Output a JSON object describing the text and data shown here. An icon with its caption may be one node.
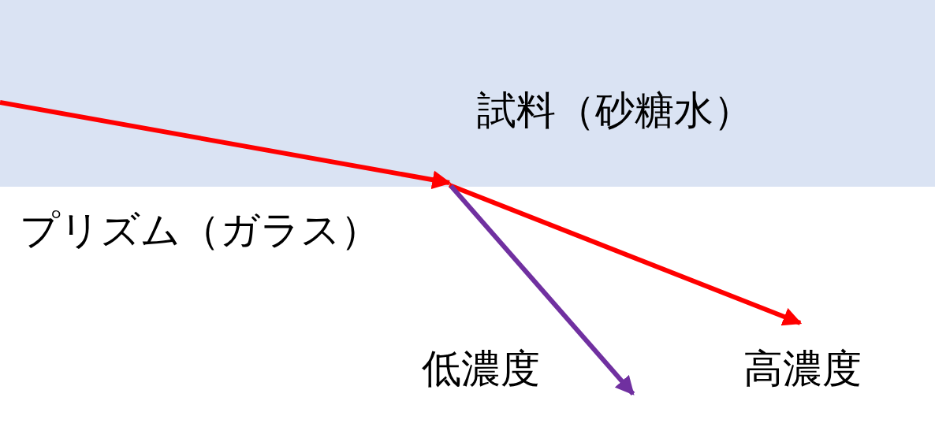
{
  "diagram": {
    "nodes": [
      {
        "text": [
          "試料（砂糖水）"
        ]
      }
    ],
    "labels": [
      "プリズム（ガラス）",
      "低濃度",
      "高濃度"
    ]
  }
}
